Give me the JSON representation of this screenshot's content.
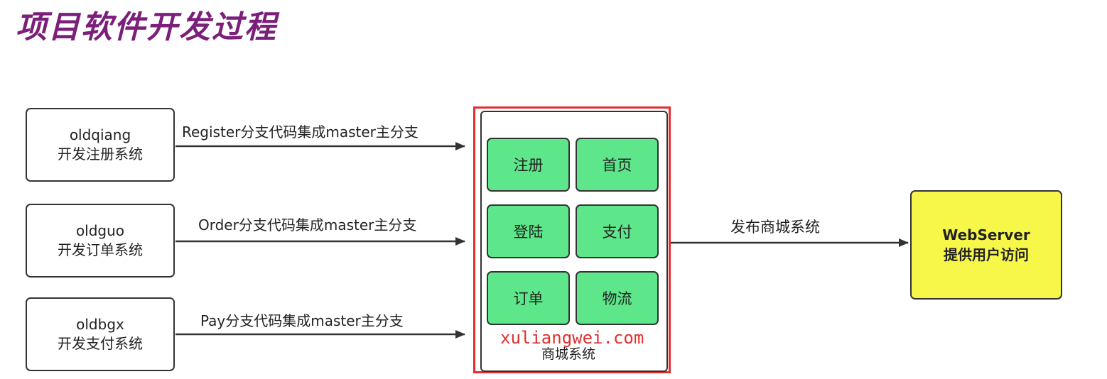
{
  "title": "项目软件开发过程",
  "developers": [
    {
      "name": "oldqiang",
      "task": "开发注册系统",
      "arrow_label": "Register分支代码集成master主分支"
    },
    {
      "name": "oldguo",
      "task": "开发订单系统",
      "arrow_label": "Order分支代码集成master主分支"
    },
    {
      "name": "oldbgx",
      "task": "开发支付系统",
      "arrow_label": "Pay分支代码集成master主分支"
    }
  ],
  "system": {
    "modules": [
      "注册",
      "首页",
      "登陆",
      "支付",
      "订单",
      "物流"
    ],
    "watermark": "xuliangwei.com",
    "label": "商城系统"
  },
  "publish_label": "发布商城系统",
  "webserver": {
    "line1": "WebServer",
    "line2": "提供用户访问"
  },
  "colors": {
    "title": "#7b1f7a",
    "module_fill": "#5de68a",
    "webserver_fill": "#f7f74a",
    "highlight_frame": "#e0302f"
  }
}
